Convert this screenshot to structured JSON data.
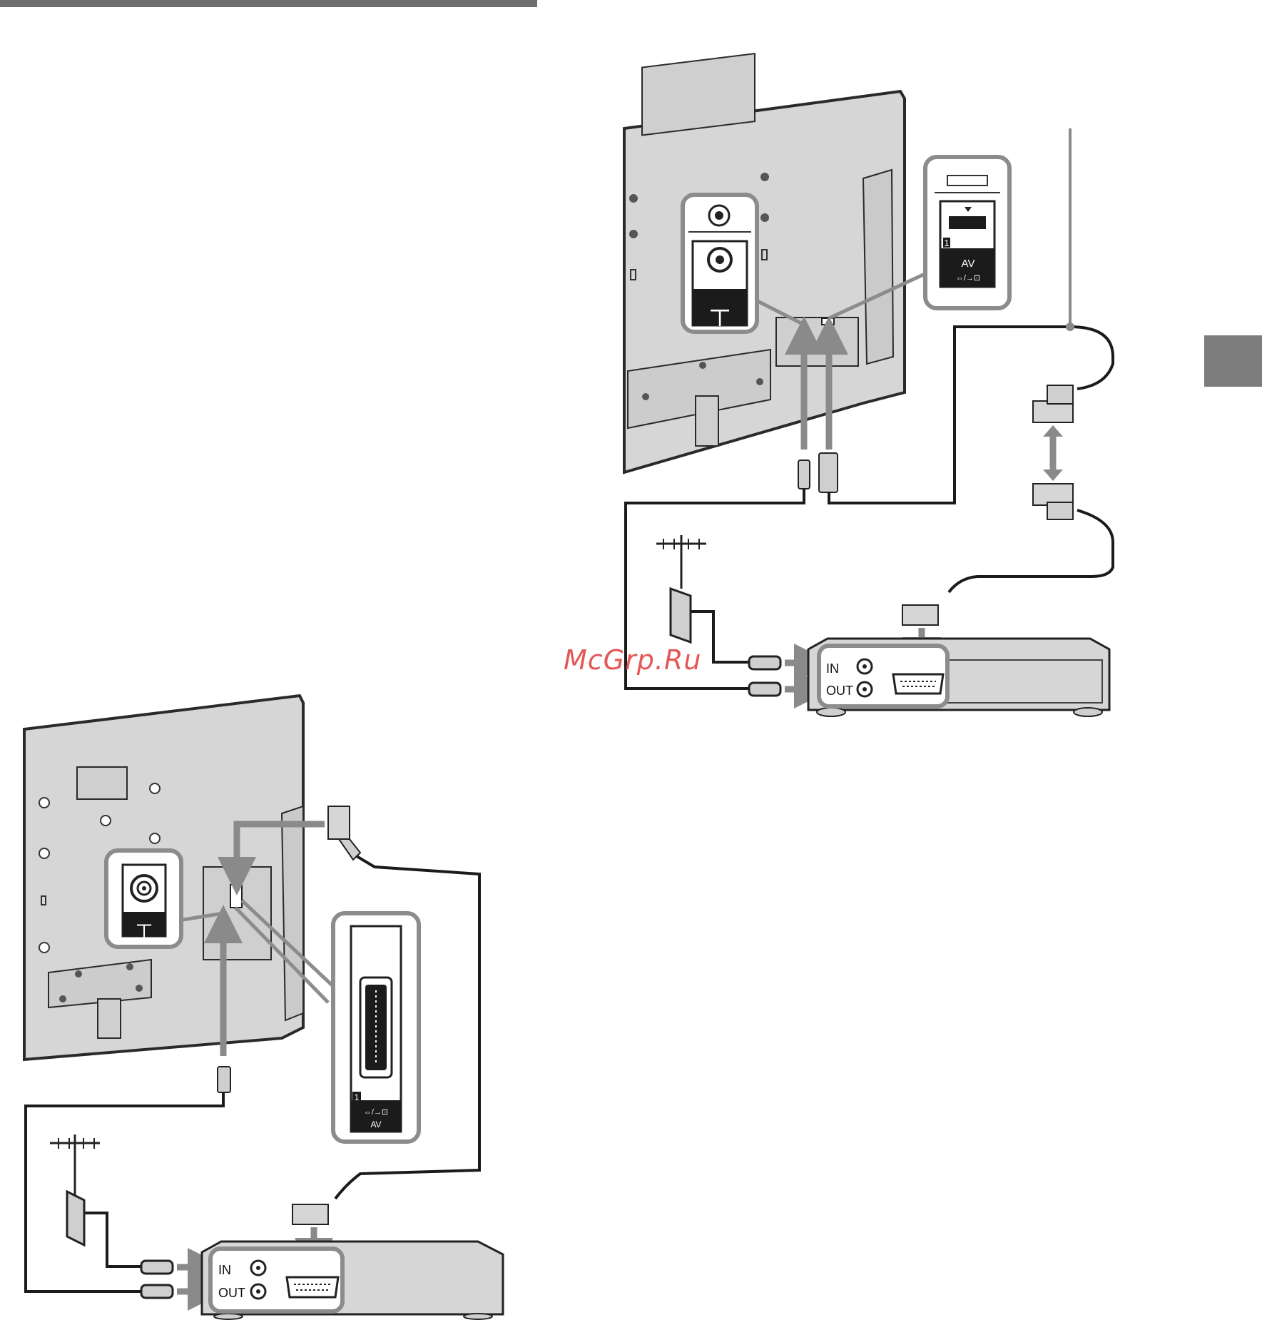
{
  "diagram_top": {
    "scart_label": "AV",
    "scart_number": "1",
    "port_in": "IN",
    "port_out": "OUT"
  },
  "diagram_bottom": {
    "scart_label": "AV",
    "scart_number": "1",
    "port_in": "IN",
    "port_out": "OUT"
  },
  "watermark": "McGrp.Ru",
  "colors": {
    "panel_fill": "#d6d6d6",
    "outline": "#2a2a2a",
    "callout_border": "#8c8c8c",
    "arrow_gray": "#8a8a8a",
    "watermark": "#e24545"
  }
}
